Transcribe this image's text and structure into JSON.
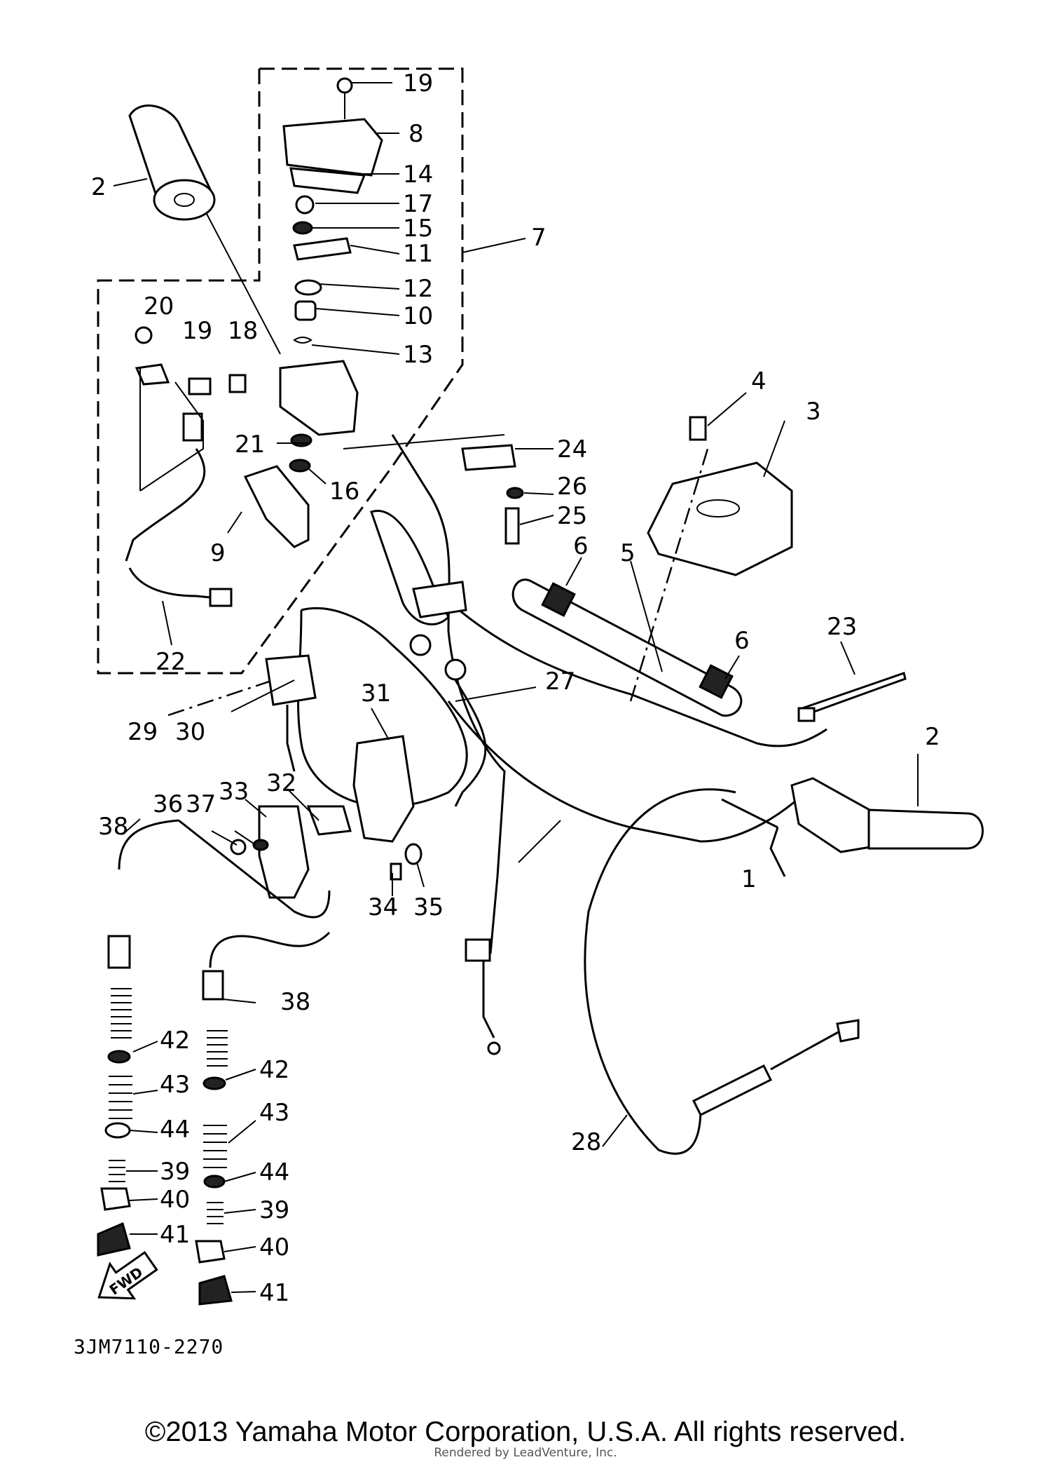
{
  "diagram": {
    "part_code": "3JM7110-2270",
    "fwd_label": "FWD",
    "callouts": [
      "1",
      "2",
      "2",
      "3",
      "4",
      "5",
      "6",
      "6",
      "7",
      "8",
      "9",
      "10",
      "11",
      "12",
      "13",
      "14",
      "15",
      "16",
      "17",
      "18",
      "19",
      "19",
      "20",
      "21",
      "22",
      "23",
      "24",
      "25",
      "26",
      "27",
      "28",
      "29",
      "30",
      "31",
      "32",
      "33",
      "34",
      "35",
      "36",
      "37",
      "38",
      "38",
      "39",
      "39",
      "40",
      "40",
      "41",
      "41",
      "42",
      "42",
      "43",
      "43",
      "44",
      "44"
    ]
  },
  "footer": {
    "copyright": "©2013 Yamaha Motor Corporation, U.S.A. All rights reserved.",
    "rendered_by": "Rendered by LeadVenture, Inc."
  }
}
